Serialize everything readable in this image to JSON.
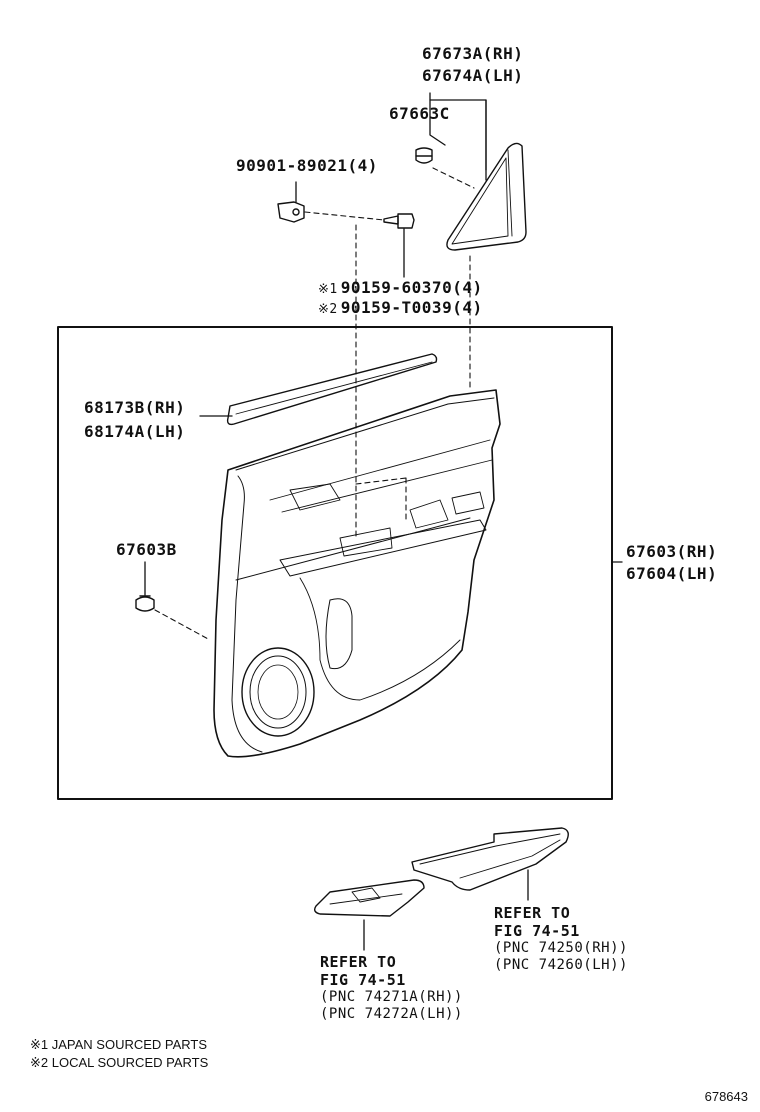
{
  "labels": {
    "trim_upper_rh": "67673A(RH)",
    "trim_upper_lh": "67674A(LH)",
    "clip_67663c": "67663C",
    "clip_90901": "90901-89021(4)",
    "screw_jp_mark": "※1",
    "screw_jp": "90159-60370(4)",
    "screw_local_mark": "※2",
    "screw_local": "90159-T0039(4)",
    "weatherstrip_rh": "68173B(RH)",
    "weatherstrip_lh": "68174A(LH)",
    "clip_67603b": "67603B",
    "panel_rh": "67603(RH)",
    "panel_lh": "67604(LH)"
  },
  "refs": {
    "armrest": {
      "line1": "REFER TO",
      "line2": "FIG 74-51",
      "line3": "(PNC 74250(RH))",
      "line4": "(PNC 74260(LH))"
    },
    "switch_base": {
      "line1": "REFER TO",
      "line2": "FIG 74-51",
      "line3": "(PNC 74271A(RH))",
      "line4": "(PNC 74272A(LH))"
    }
  },
  "footnotes": {
    "note1": "※1 JAPAN SOURCED PARTS",
    "note2": "※2 LOCAL SOURCED PARTS"
  },
  "illustration_number": "678643"
}
